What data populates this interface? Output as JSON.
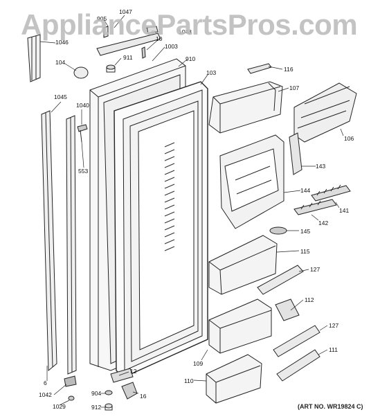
{
  "watermark": "AppliancePartsPros.com",
  "art_number": "(ART NO. WR19824 C)",
  "callouts": [
    {
      "id": "c1047",
      "text": "1047"
    },
    {
      "id": "c905",
      "text": "905"
    },
    {
      "id": "c1046",
      "text": "1046"
    },
    {
      "id": "c10",
      "text": "10"
    },
    {
      "id": "c1048",
      "text": "1048"
    },
    {
      "id": "c1003",
      "text": "1003"
    },
    {
      "id": "c911",
      "text": "911"
    },
    {
      "id": "c104",
      "text": "104"
    },
    {
      "id": "c910",
      "text": "910"
    },
    {
      "id": "c103",
      "text": "103"
    },
    {
      "id": "c116",
      "text": "116"
    },
    {
      "id": "c107",
      "text": "107"
    },
    {
      "id": "c1045",
      "text": "1045"
    },
    {
      "id": "c1040",
      "text": "1040"
    },
    {
      "id": "c106",
      "text": "106"
    },
    {
      "id": "c553",
      "text": "553"
    },
    {
      "id": "c143",
      "text": "143"
    },
    {
      "id": "c144",
      "text": "144"
    },
    {
      "id": "c141",
      "text": "141"
    },
    {
      "id": "c142",
      "text": "142"
    },
    {
      "id": "c145",
      "text": "145"
    },
    {
      "id": "c115",
      "text": "115"
    },
    {
      "id": "c127a",
      "text": "127"
    },
    {
      "id": "c112",
      "text": "112"
    },
    {
      "id": "c127b",
      "text": "127"
    },
    {
      "id": "c111",
      "text": "111"
    },
    {
      "id": "c109",
      "text": "109"
    },
    {
      "id": "c12",
      "text": "12"
    },
    {
      "id": "c6",
      "text": "6"
    },
    {
      "id": "c110",
      "text": "110"
    },
    {
      "id": "c904",
      "text": "904"
    },
    {
      "id": "c16",
      "text": "16"
    },
    {
      "id": "c1042",
      "text": "1042"
    },
    {
      "id": "c1029",
      "text": "1029"
    },
    {
      "id": "c912",
      "text": "912"
    }
  ]
}
